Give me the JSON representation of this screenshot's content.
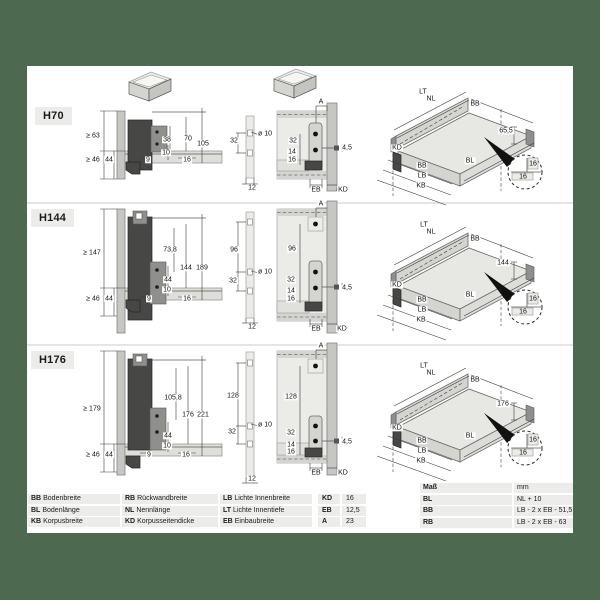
{
  "window": {
    "background": "#4d6a50",
    "panel": "#ffffff"
  },
  "rows": [
    {
      "label": "H70",
      "side": {
        "min_top": "≥ 63",
        "min_bottom": "≥ 46",
        "front": "44",
        "v1": "38",
        "v2": "70",
        "v3": "105",
        "d10": "10",
        "d9": "9",
        "d16": "16"
      },
      "drill": {
        "p2": "32",
        "hole": "ø 10",
        "width": "12"
      },
      "section": {
        "a": "A",
        "p2": "32",
        "p3": "14",
        "p4": "16",
        "screw": "4,5",
        "eb": "EB",
        "kd": "KD"
      },
      "iso": {
        "lt": "LT",
        "nl": "NL",
        "bb_top": "BB",
        "height": "65,5",
        "kd": "KD",
        "bb": "BB",
        "lb": "LB",
        "kb": "KB",
        "bl": "BL",
        "det1": "16",
        "det2": "16"
      }
    },
    {
      "label": "H144",
      "side": {
        "min_top": "≥ 147",
        "min_bottom": "≥ 46",
        "front": "44",
        "v0": "73,8",
        "v1": "144",
        "v2": "189",
        "v3": "44",
        "d10": "10",
        "d9": "9",
        "d16": "16"
      },
      "drill": {
        "p1": "96",
        "p2": "32",
        "hole": "ø 10",
        "width": "12"
      },
      "section": {
        "a": "A",
        "p1": "96",
        "p2": "32",
        "p3": "14",
        "p4": "16",
        "screw": "4,5",
        "eb": "EB",
        "kd": "KD"
      },
      "iso": {
        "lt": "LT",
        "nl": "NL",
        "bb_top": "BB",
        "height": "144",
        "kd": "KD",
        "bb": "BB",
        "lb": "LB",
        "kb": "KB",
        "bl": "BL",
        "det1": "16",
        "det2": "16"
      }
    },
    {
      "label": "H176",
      "side": {
        "min_top": "≥ 179",
        "min_bottom": "≥ 46",
        "front": "44",
        "v0": "105,8",
        "v1": "176",
        "v2": "221",
        "v3": "44",
        "d10": "10",
        "d9": "9",
        "d16": "16"
      },
      "drill": {
        "p1": "128",
        "p2": "32",
        "hole": "ø 10",
        "width": "12"
      },
      "section": {
        "a": "A",
        "p1": "128",
        "p2": "32",
        "p3": "14",
        "p4": "16",
        "screw": "4,5",
        "eb": "EB",
        "kd": "KD"
      },
      "iso": {
        "lt": "LT",
        "nl": "NL",
        "bb_top": "BB",
        "height": "176",
        "kd": "KD",
        "bb": "BB",
        "lb": "LB",
        "kb": "KB",
        "bl": "BL",
        "det1": "16",
        "det2": "16"
      }
    }
  ],
  "legend": [
    {
      "abbr": "BB",
      "term": "Bodenbreite"
    },
    {
      "abbr": "BL",
      "term": "Bodenlänge"
    },
    {
      "abbr": "KB",
      "term": "Korpusbreite"
    },
    {
      "abbr": "RB",
      "term": "Rückwandbreite"
    },
    {
      "abbr": "NL",
      "term": "Nennlänge"
    },
    {
      "abbr": "KD",
      "term": "Korpusseitendicke"
    },
    {
      "abbr": "LB",
      "term": "Lichte Innenbreite"
    },
    {
      "abbr": "LT",
      "term": "Lichte Innentiefe"
    },
    {
      "abbr": "EB",
      "term": "Einbaubreite"
    }
  ],
  "constants": [
    {
      "label": "KD",
      "value": "16"
    },
    {
      "label": "EB",
      "value": "12,5"
    },
    {
      "label": "A",
      "value": "23"
    }
  ],
  "mass_table": {
    "title": "Maß",
    "unit": "mm",
    "rows": [
      {
        "label": "BL",
        "formula": "NL + 10"
      },
      {
        "label": "BB",
        "formula": "LB - 2 x EB - 51,5"
      },
      {
        "label": "RB",
        "formula": "LB - 2 x EB - 63"
      }
    ]
  }
}
